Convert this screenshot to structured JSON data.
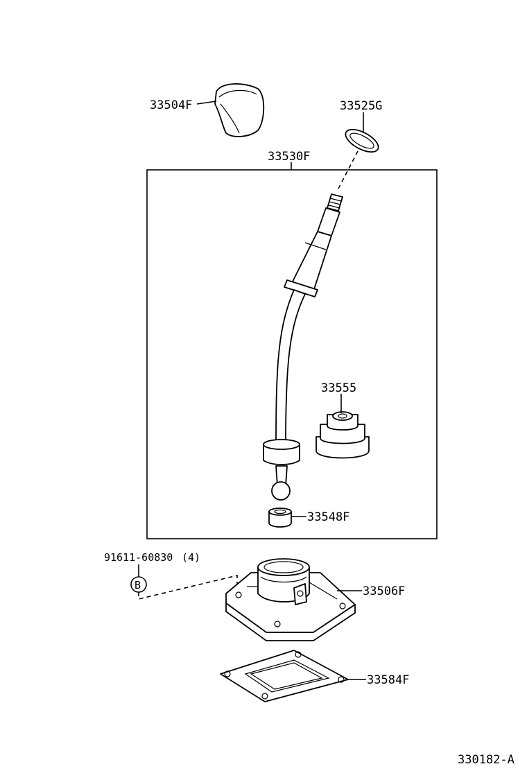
{
  "parts": {
    "knob": "33504F",
    "ring": "33525G",
    "lever_assembly": "33530F",
    "boot": "33555",
    "bushing": "33548F",
    "bolt": "91611-60830",
    "bolt_qty": "(4)",
    "bolt_marker": "B",
    "housing": "33506F",
    "gasket": "33584F"
  },
  "figure_id": "330182-A"
}
